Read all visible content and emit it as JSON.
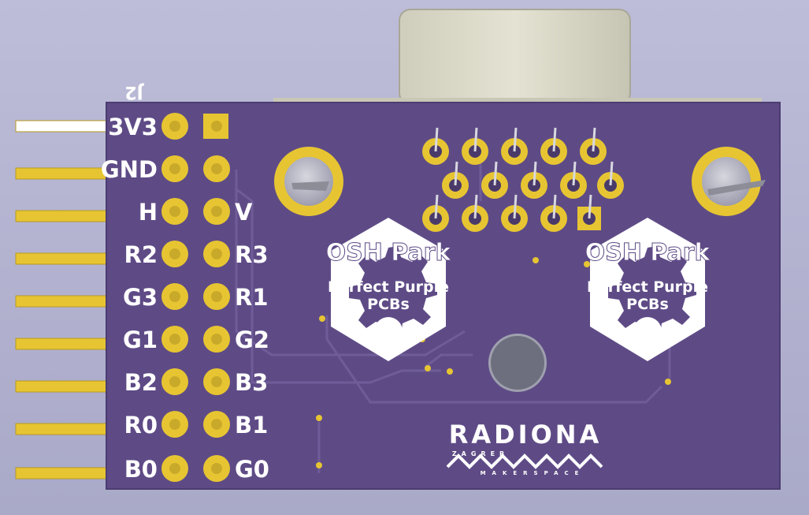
{
  "board": {
    "reference": "J2",
    "left_labels": [
      "3V3",
      "GND",
      "H",
      "R2",
      "G3",
      "G1",
      "B2",
      "R0",
      "B0"
    ],
    "right_labels": [
      "",
      "",
      "V",
      "R3",
      "R1",
      "G2",
      "B3",
      "B1",
      "G0"
    ]
  },
  "logos": {
    "osh_title": "OSH Park",
    "osh_line1": "Perfect Purple",
    "osh_line2": "PCBs",
    "radiona_name": "RADIONA",
    "radiona_city": "ZAGREB",
    "radiona_sub": "MAKERSPACE"
  },
  "colors": {
    "board": "#5e4b86",
    "copper_gold": "#e7c532",
    "silkscreen": "#ffffff",
    "background": "#b4b4d2"
  }
}
